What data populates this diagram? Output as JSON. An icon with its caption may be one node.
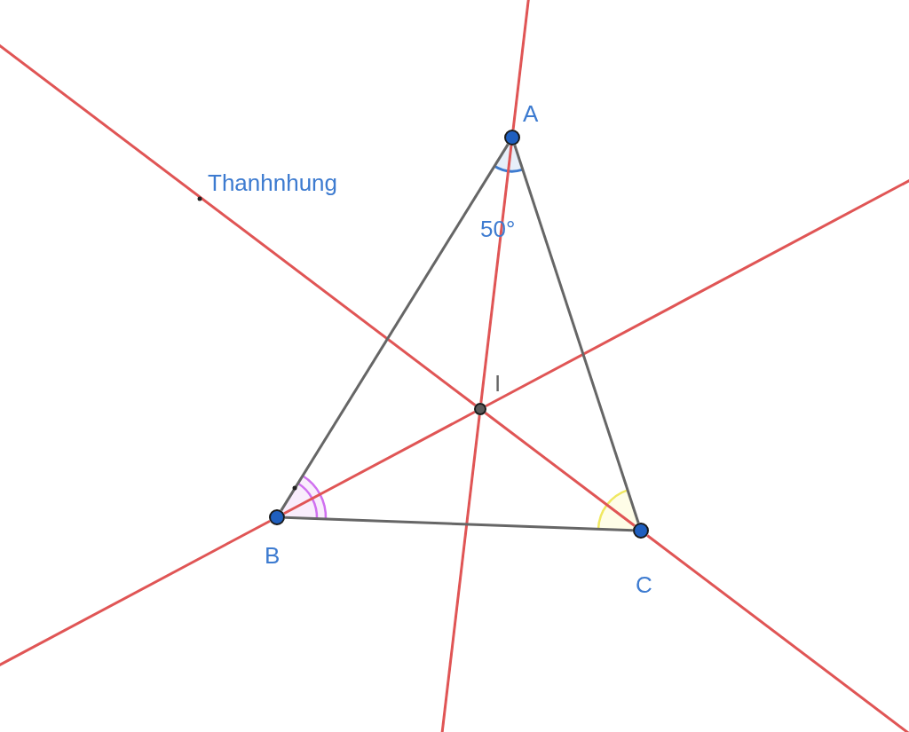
{
  "diagram": {
    "nodes": [
      {
        "text": [],
        "shape": "circle",
        "beside": [
          "A"
        ]
      },
      {
        "text": [],
        "shape": "circle",
        "beside": [
          "B"
        ]
      },
      {
        "text": [],
        "shape": "circle",
        "beside": [
          "C"
        ]
      },
      {
        "text": [],
        "shape": "circle",
        "beside": [
          "I"
        ]
      }
    ],
    "edges": [
      {
        "from": 0,
        "to": 1,
        "arrow": "none"
      },
      {
        "from": 1,
        "to": 2,
        "arrow": "none"
      },
      {
        "from": 2,
        "to": 0,
        "arrow": "none"
      },
      {
        "from": 0,
        "to": 3,
        "arrow": "none",
        "color": "#e05555"
      },
      {
        "from": 1,
        "to": 3,
        "arrow": "none",
        "color": "#e05555"
      },
      {
        "from": 2,
        "to": 3,
        "arrow": "none",
        "color": "#e05555"
      }
    ],
    "labels": [
      "Thanhnhung",
      "50°"
    ]
  }
}
